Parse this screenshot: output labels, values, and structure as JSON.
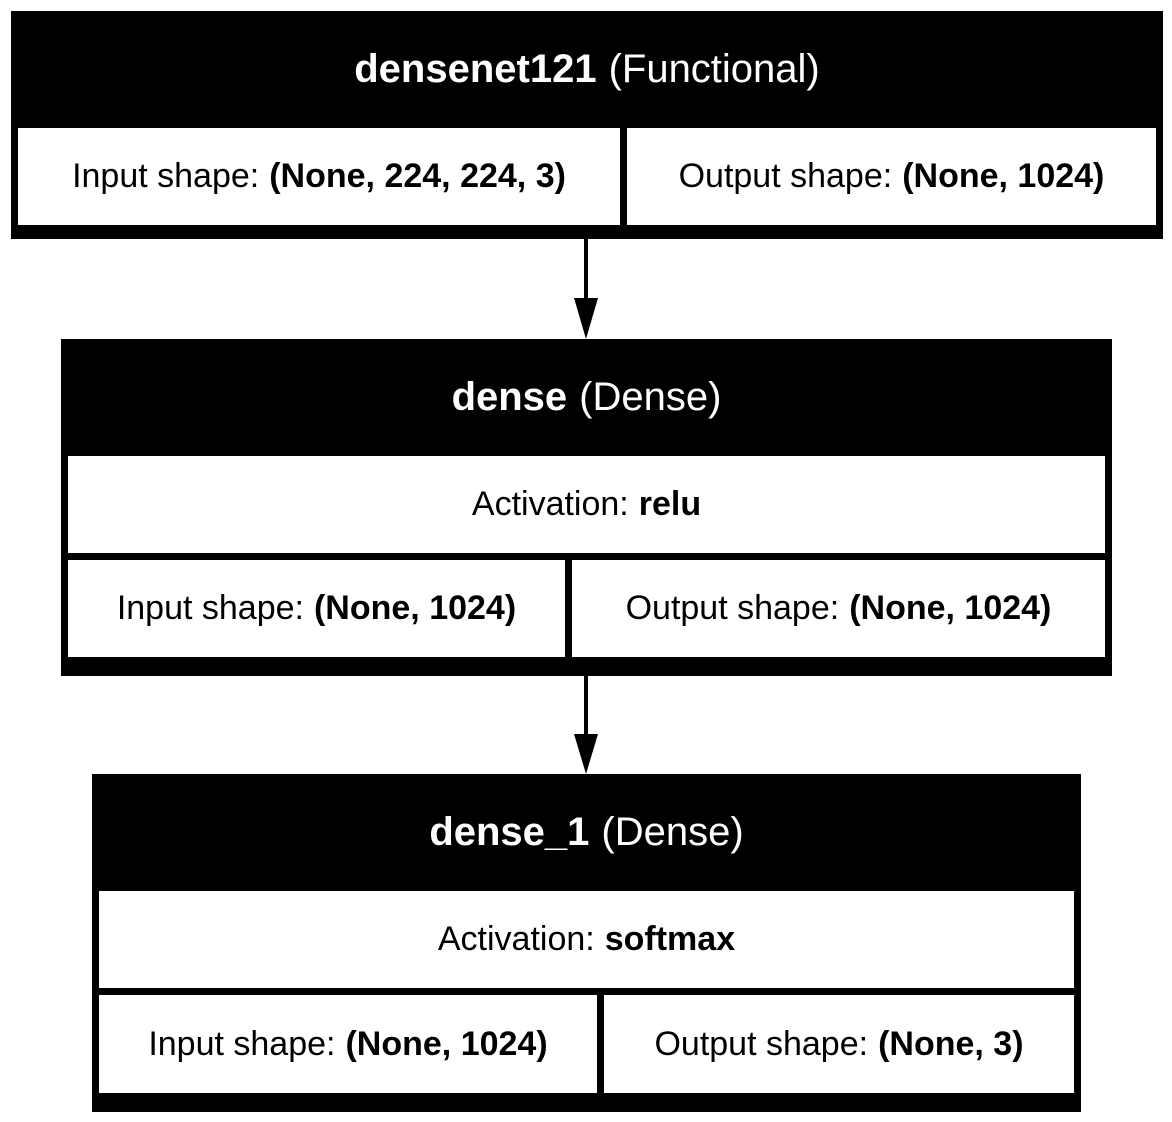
{
  "layers": [
    {
      "name": "densenet121",
      "type": "(Functional)",
      "rows": [
        [
          {
            "key": "Input shape:",
            "value": "(None, 224, 224, 3)"
          },
          {
            "key": "Output shape:",
            "value": "(None, 1024)"
          }
        ]
      ]
    },
    {
      "name": "dense",
      "type": "(Dense)",
      "rows": [
        [
          {
            "key": "Activation:",
            "value": "relu"
          }
        ],
        [
          {
            "key": "Input shape:",
            "value": "(None, 1024)"
          },
          {
            "key": "Output shape:",
            "value": "(None, 1024)"
          }
        ]
      ]
    },
    {
      "name": "dense_1",
      "type": "(Dense)",
      "rows": [
        [
          {
            "key": "Activation:",
            "value": "softmax"
          }
        ],
        [
          {
            "key": "Input shape:",
            "value": "(None, 1024)"
          },
          {
            "key": "Output shape:",
            "value": "(None, 3)"
          }
        ]
      ]
    }
  ],
  "colors": {
    "node_fill": "#000000",
    "header_text": "#ffffff",
    "cell_fill": "#ffffff",
    "cell_text": "#000000",
    "edge": "#000000"
  }
}
